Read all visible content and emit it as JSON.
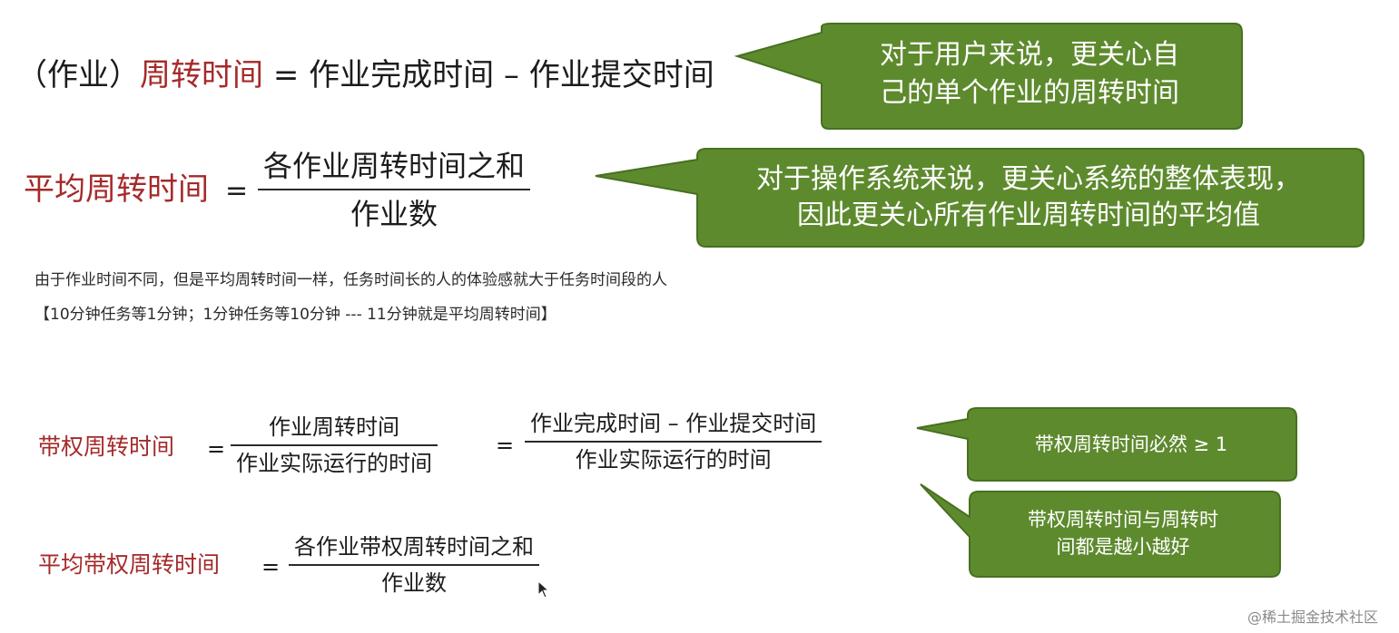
{
  "formula1": {
    "prefix": "（作业）",
    "term": "周转时间",
    "rhs": "= 作业完成时间 – 作业提交时间"
  },
  "formula2": {
    "term": "平均周转时间",
    "eq": "=",
    "numerator": "各作业周转时间之和",
    "denominator": "作业数"
  },
  "notes": {
    "line1": "由于作业时间不同，但是平均周转时间一样，任务时间长的人的体验感就大于任务时间段的人",
    "line2": "【10分钟任务等1分钟；1分钟任务等10分钟   --- 11分钟就是平均周转时间】"
  },
  "formula3": {
    "term": "带权周转时间",
    "eq1": "=",
    "numerator1": "作业周转时间",
    "denominator1": "作业实际运行的时间",
    "eq2": "=",
    "numerator2": "作业完成时间 – 作业提交时间",
    "denominator2": "作业实际运行的时间"
  },
  "formula4": {
    "term": "平均带权周转时间",
    "eq": "=",
    "numerator": "各作业带权周转时间之和",
    "denominator": "作业数"
  },
  "callouts": {
    "c1_line1": "对于用户来说，更关心自",
    "c1_line2": "己的单个作业的周转时间",
    "c2_line1": "对于操作系统来说，更关心系统的整体表现，",
    "c2_line2": "因此更关心所有作业周转时间的平均值",
    "c3": "带权周转时间必然 ≥ 1",
    "c4_line1": "带权周转时间与周转时",
    "c4_line2": "间都是越小越好"
  },
  "colors": {
    "callout_fill": "#5e8a2e",
    "callout_stroke": "#47701f",
    "term_red": "#a52a2a"
  },
  "watermark": "@稀土掘金技术社区"
}
